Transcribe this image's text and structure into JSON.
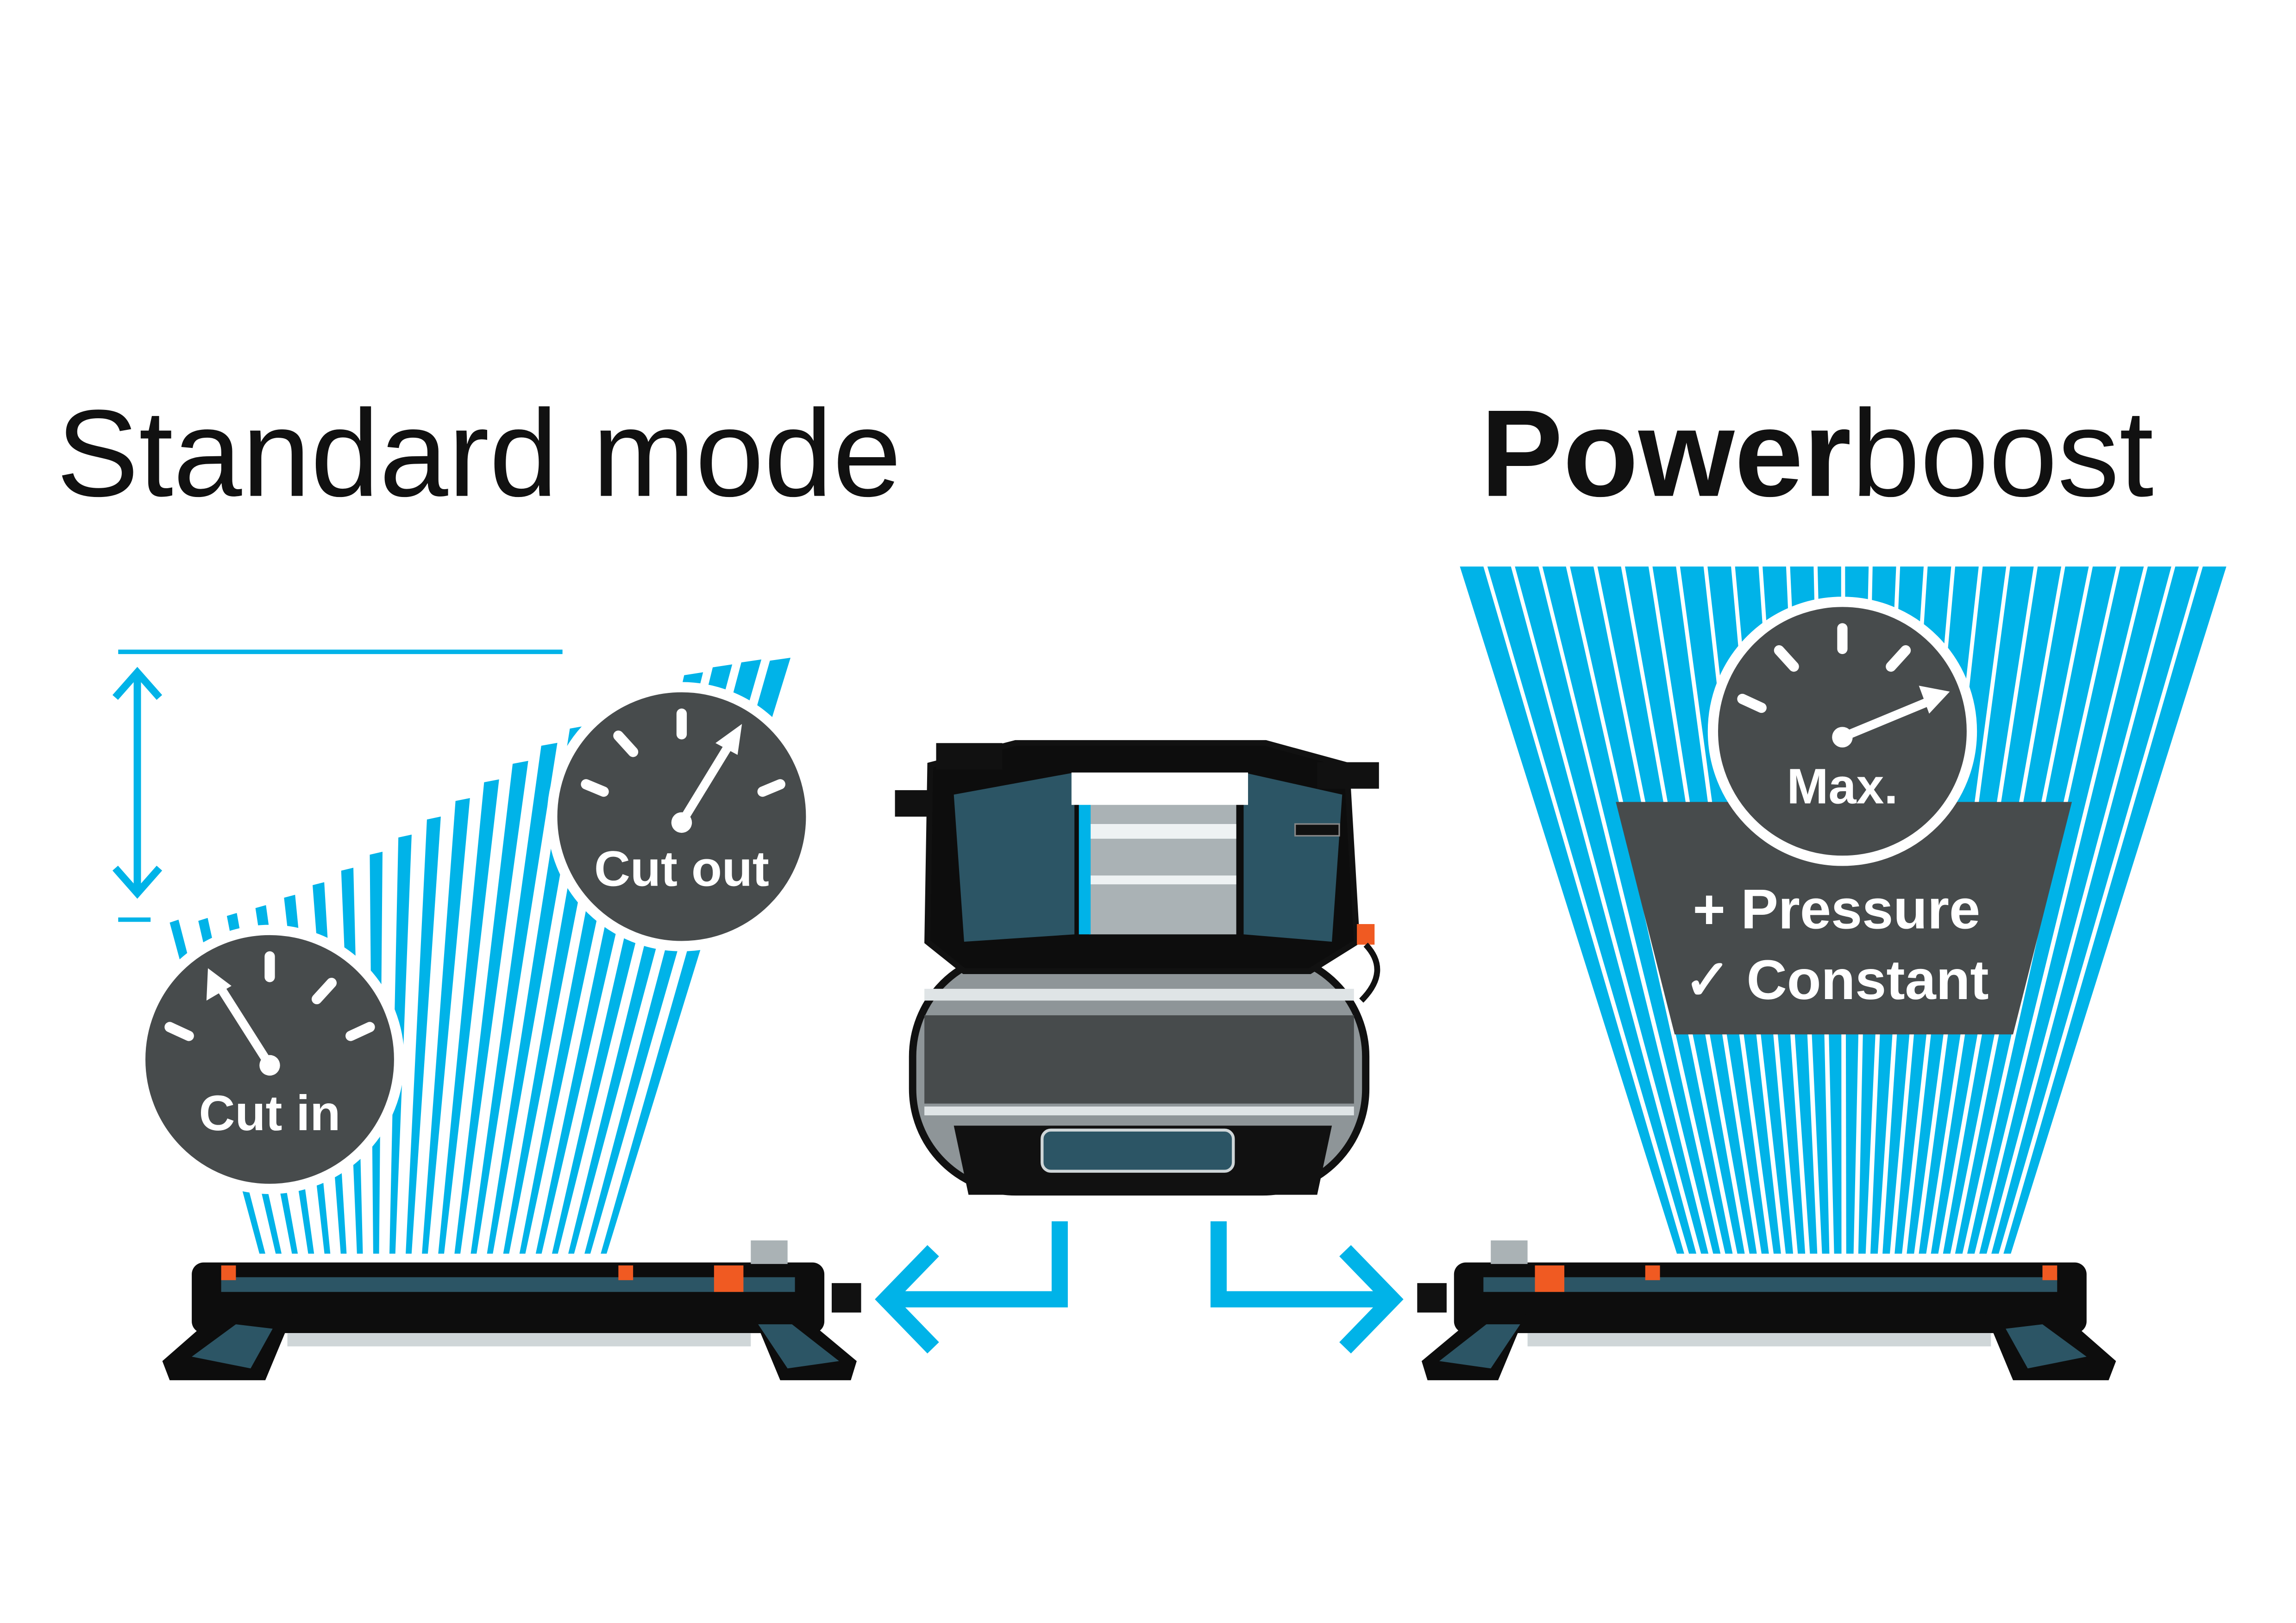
{
  "titles": {
    "standard": "Standard mode",
    "power_bold": "Power",
    "power_regular": "boost"
  },
  "gauges": {
    "cut_out": "Cut out",
    "cut_in": "Cut in",
    "max": "Max."
  },
  "panel": {
    "pressure": "+ Pressure",
    "constant": "✓ Constant"
  },
  "colors": {
    "water": "#00b3e8",
    "gauge": "#474b4c",
    "accent": "#f05a22",
    "dark": "#0d0d0d",
    "teal": "#2c5565"
  }
}
